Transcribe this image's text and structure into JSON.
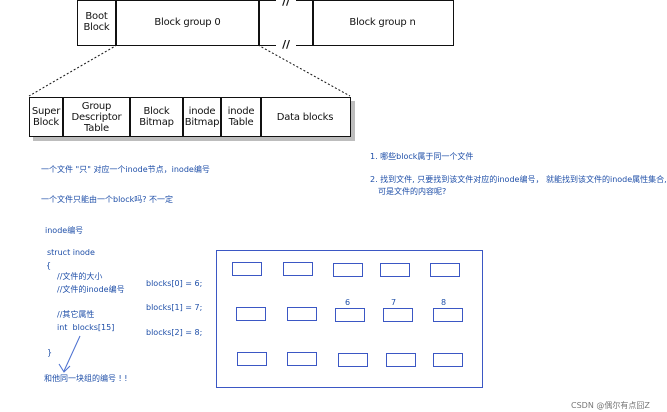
{
  "top_row": {
    "boot_block": "Boot\nBlock",
    "block_group_0": "Block group 0",
    "block_group_n": "Block group n",
    "break_mark": "//"
  },
  "detail_row": {
    "super_block": "Super\nBlock",
    "group_descriptor_table": "Group\nDescriptor\nTable",
    "block_bitmap": "Block\nBitmap",
    "inode_bitmap": "inode\nBitmap",
    "inode_table": "inode\nTable",
    "data_blocks": "Data blocks"
  },
  "notes_left": {
    "line1": "一个文件 \"只\" 对应一个inode节点，inode编号",
    "line2": "一个文件只能由一个block吗?   不一定",
    "line3": "inode编号"
  },
  "code": {
    "struct_header": "struct inode",
    "open_brace": "{",
    "comment1": "//文件的大小",
    "comment2": "//文件的inode编号",
    "comment3": "//其它属性",
    "field": "int  blocks[15]",
    "close_brace": "}",
    "footer": "和他同一块组的编号 ! !"
  },
  "blocks_assign": {
    "b0": "blocks[0] = 6;",
    "b1": "blocks[1] = 7;",
    "b2": "blocks[2] = 8;"
  },
  "notes_right": {
    "item1": "1.  哪些block属于同一个文件",
    "item2": "2.  找到文件, 只要找到该文件对应的inode编号，  就能找到该文件的inode属性集合,",
    "item2_cont": "可是文件的内容呢?"
  },
  "memory_labels": [
    "6",
    "7",
    "8"
  ],
  "watermark": "CSDN @偶尔有点囧Z"
}
